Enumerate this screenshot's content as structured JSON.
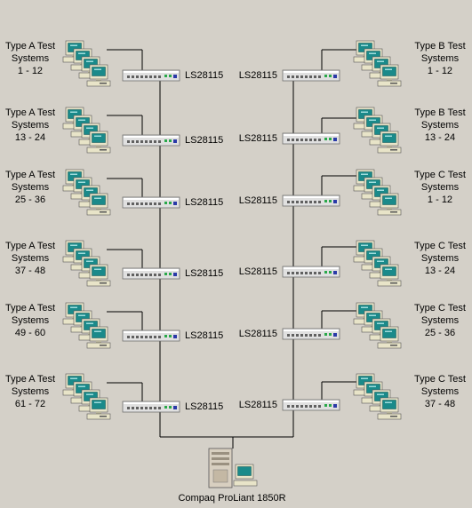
{
  "switch_label": "LS28115",
  "server_label": "Compaq ProLiant 1850R",
  "left_groups": [
    {
      "line1": "Type A Test",
      "line2": "Systems",
      "line3": "1 - 12"
    },
    {
      "line1": "Type A Test",
      "line2": "Systems",
      "line3": "13 - 24"
    },
    {
      "line1": "Type A Test",
      "line2": "Systems",
      "line3": "25 - 36"
    },
    {
      "line1": "Type A Test",
      "line2": "Systems",
      "line3": "37 - 48"
    },
    {
      "line1": "Type A Test",
      "line2": "Systems",
      "line3": "49 - 60"
    },
    {
      "line1": "Type A Test",
      "line2": "Systems",
      "line3": "61 - 72"
    }
  ],
  "right_groups": [
    {
      "line1": "Type B Test",
      "line2": "Systems",
      "line3": "1 - 12"
    },
    {
      "line1": "Type B Test",
      "line2": "Systems",
      "line3": "13 - 24"
    },
    {
      "line1": "Type C Test",
      "line2": "Systems",
      "line3": "1 - 12"
    },
    {
      "line1": "Type C Test",
      "line2": "Systems",
      "line3": "13 - 24"
    },
    {
      "line1": "Type C Test",
      "line2": "Systems",
      "line3": "25 - 36"
    },
    {
      "line1": "Type C Test",
      "line2": "Systems",
      "line3": "37 - 48"
    }
  ],
  "colors": {
    "background": "#d4d0c8",
    "line": "#000000",
    "monitor_body": "#e8e4c8",
    "screen": "#1a8a8a",
    "switch_body": "#e0e0e0",
    "server_body": "#d8cfc0"
  }
}
